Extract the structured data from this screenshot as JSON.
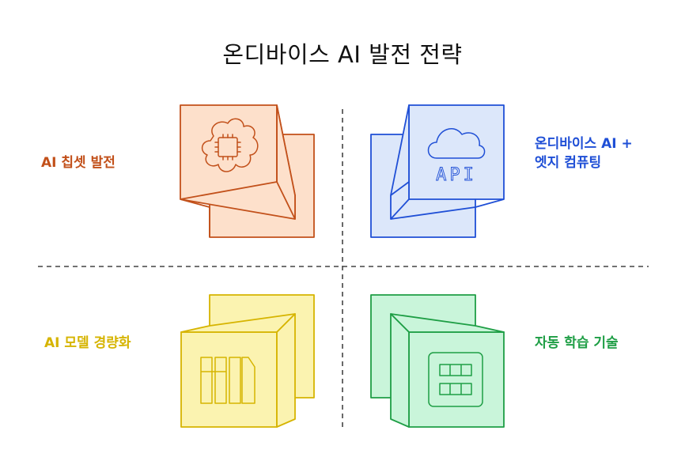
{
  "title": "온디바이스 AI 발전 전략",
  "colors": {
    "orange_stroke": "#C2501A",
    "orange_fill": "#FDE0CB",
    "blue_stroke": "#1F4FD6",
    "blue_fill": "#DCE7FA",
    "yellow_stroke": "#D6B400",
    "yellow_fill": "#FBF3B0",
    "green_stroke": "#1E9E45",
    "green_fill": "#C9F5DA",
    "divider": "#444444"
  },
  "quadrants": {
    "top_left": {
      "label": "AI 칩셋 발전",
      "icon": "brain-chip-icon"
    },
    "top_right": {
      "label_line1": "온디바이스 AI +",
      "label_line2": "엣지 컴퓨팅",
      "icon": "cloud-api-icon",
      "icon_text": "API"
    },
    "bottom_left": {
      "label": "AI 모델 경량화",
      "icon": "compressed-blocks-icon"
    },
    "bottom_right": {
      "label": "자동 학습 기술",
      "icon": "memory-grid-icon"
    }
  }
}
